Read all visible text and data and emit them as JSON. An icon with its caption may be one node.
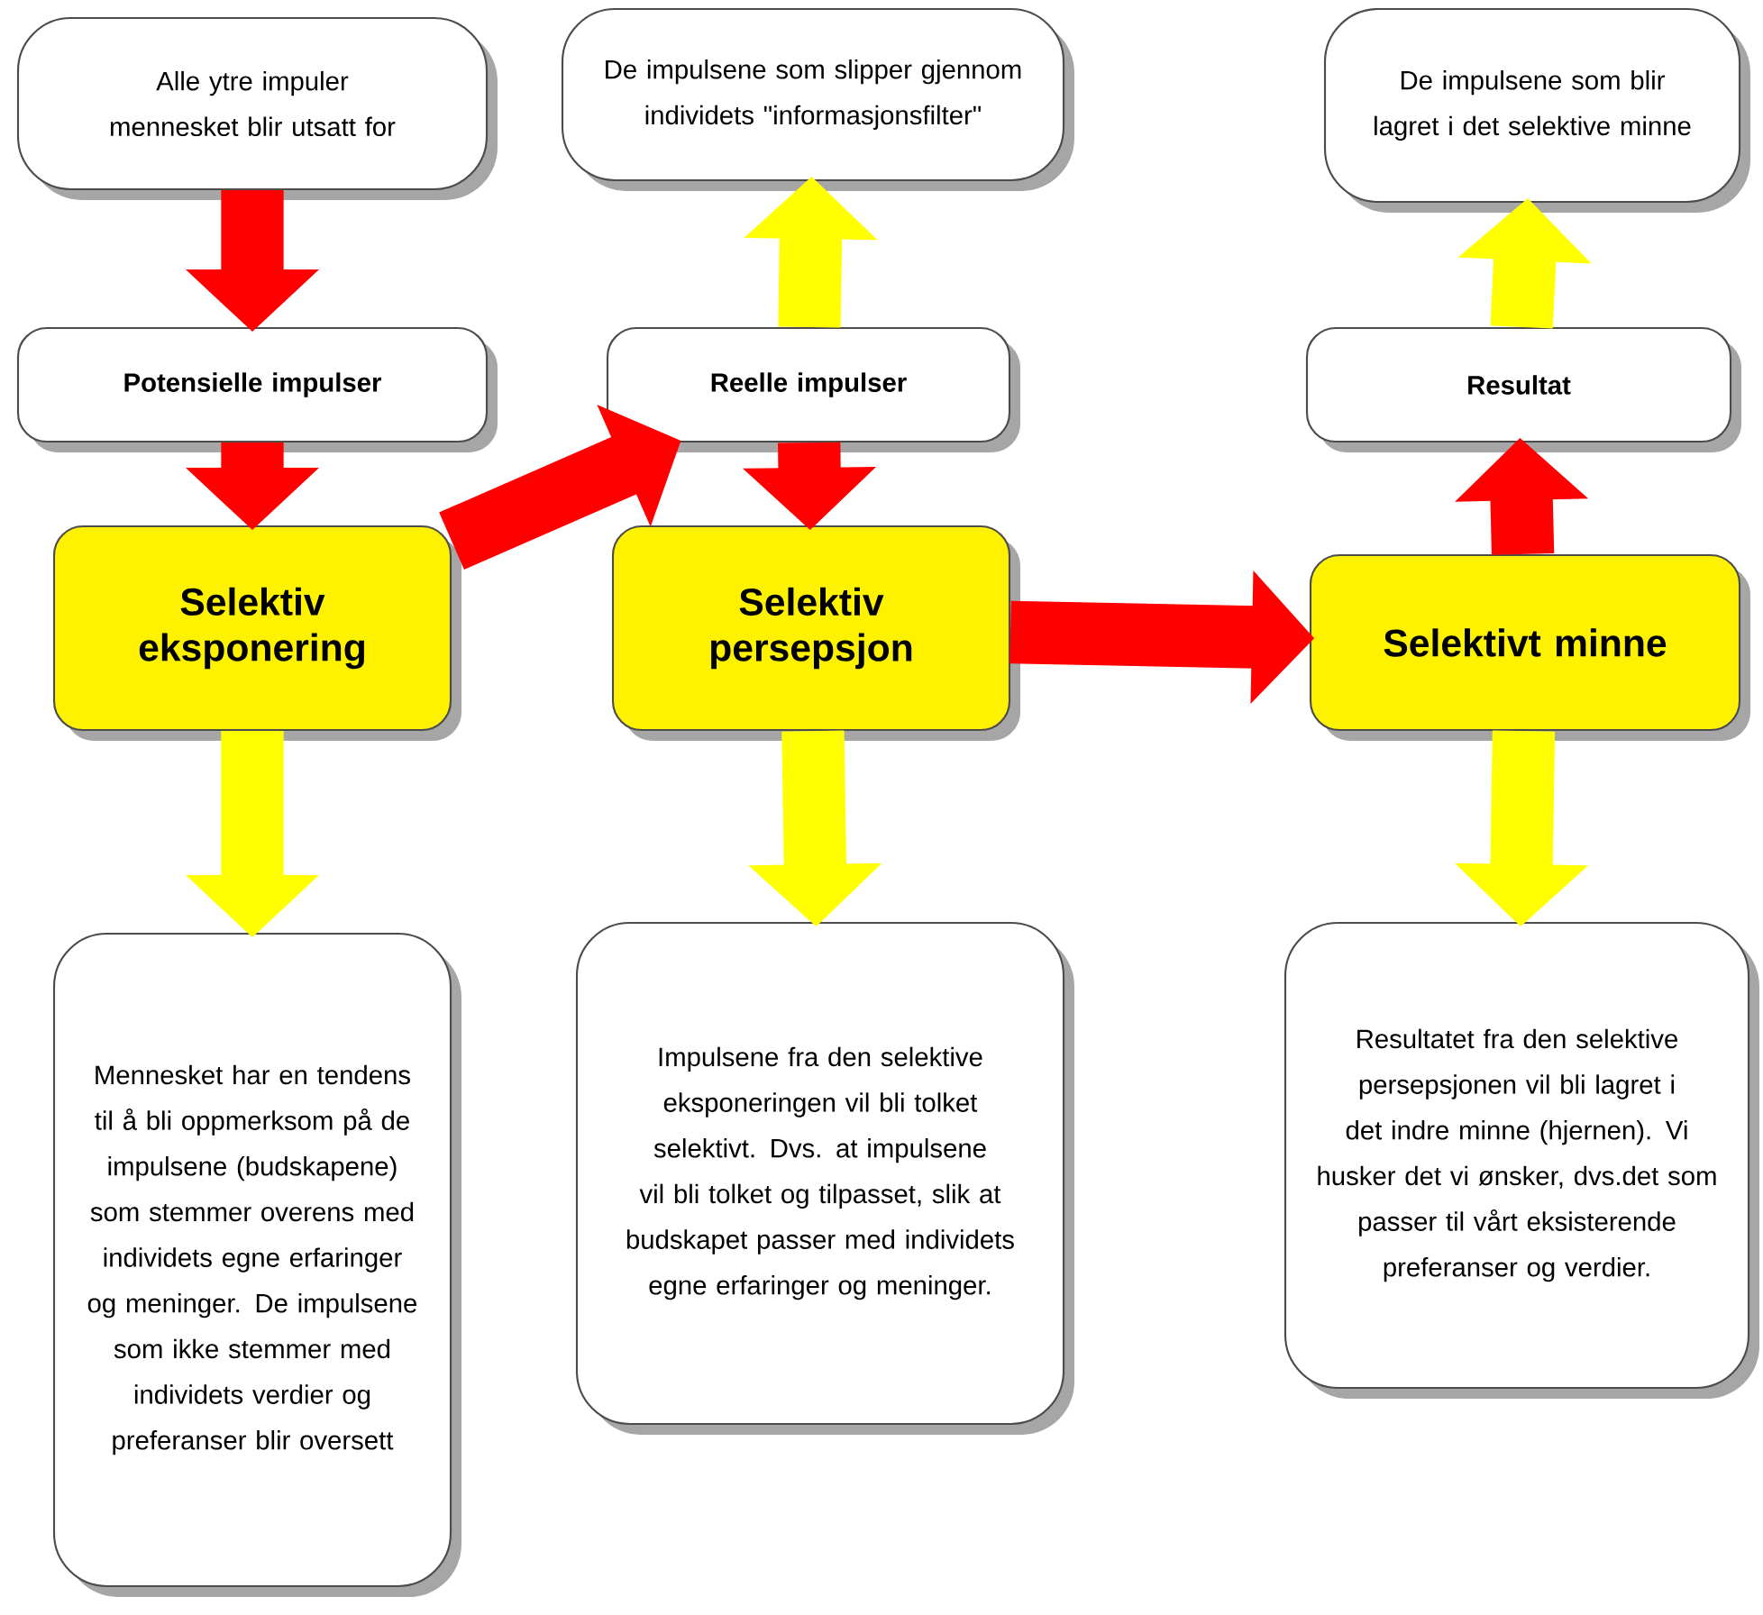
{
  "diagram": {
    "nodes": [
      {
        "text": [
          "Alle ytre impuler mennesket blir utsatt for"
        ]
      },
      {
        "text": [
          "Potensielle impulser"
        ]
      },
      {
        "text": [
          "Selektiv eksponering"
        ]
      },
      {
        "text": [
          "Mennesket har en tendens til å bli oppmerksom på de impulsene (budskapene) som stemmer overens med individets egne erfaringer og meninger. De impulsene som ikke stemmer med individets verdier og preferanser blir oversett"
        ]
      },
      {
        "text": [
          "De impulsene som slipper gjennom individets \"informasjonsfilter\""
        ]
      },
      {
        "text": [
          "Reelle impulser"
        ]
      },
      {
        "text": [
          "Selektiv persepsjon"
        ]
      },
      {
        "text": [
          "Impulsene fra den selektive eksponeringen vil bli tolket selektivt. Dvs. at impulsene vil bli tolket og tilpasset, slik at budskapet passer med individets egne erfaringer og meninger."
        ]
      },
      {
        "text": [
          "De impulsene som blir lagret i det selektive minne"
        ]
      },
      {
        "text": [
          "Resultat"
        ]
      },
      {
        "text": [
          "Selektivt minne"
        ]
      },
      {
        "text": [
          "Resultatet fra den selektive persepsjonen vil bli lagret i det indre minne (hjernen). Vi husker det vi ønsker, dvs.det som passer til vårt eksisterende preferanser og verdier."
        ]
      }
    ],
    "edges": [
      {
        "from": 0,
        "to": 1,
        "arrow": "to"
      },
      {
        "from": 1,
        "to": 2,
        "arrow": "to"
      },
      {
        "from": 2,
        "to": 5,
        "arrow": "to"
      },
      {
        "from": 2,
        "to": 3,
        "arrow": "to",
        "color": "#ffff00"
      },
      {
        "from": 5,
        "to": 4,
        "arrow": "to",
        "color": "#ffff00"
      },
      {
        "from": 5,
        "to": 6,
        "arrow": "to"
      },
      {
        "from": 6,
        "to": 7,
        "arrow": "to",
        "color": "#ffff00"
      },
      {
        "from": 6,
        "to": 10,
        "arrow": "to"
      },
      {
        "from": 10,
        "to": 9,
        "arrow": "to"
      },
      {
        "from": 9,
        "to": 8,
        "arrow": "to",
        "color": "#ffff00"
      },
      {
        "from": 10,
        "to": 11,
        "arrow": "to",
        "color": "#ffff00"
      }
    ]
  }
}
